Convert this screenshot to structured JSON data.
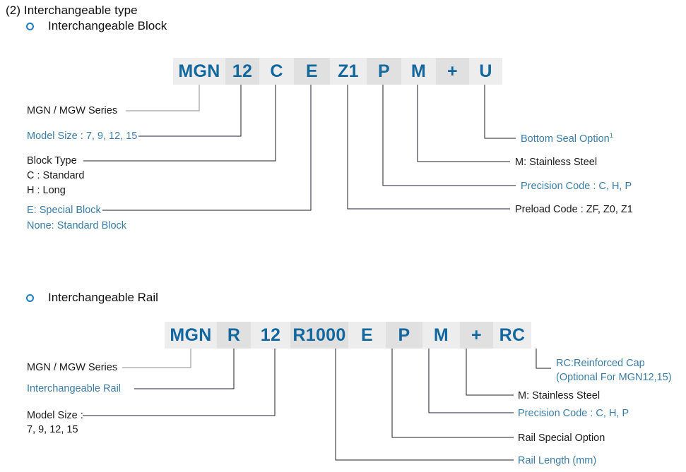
{
  "page": {
    "section_number": "(2)",
    "section_title": "(2) Interchangeable type"
  },
  "block_section": {
    "heading": "Interchangeable Block",
    "bullet_icon": "ring-bullet-icon",
    "part_number_cells": [
      {
        "text": "MGN",
        "shade": "a"
      },
      {
        "text": "12",
        "shade": "b"
      },
      {
        "text": "C",
        "shade": "a"
      },
      {
        "text": "E",
        "shade": "b"
      },
      {
        "text": "Z1",
        "shade": "a"
      },
      {
        "text": "P",
        "shade": "b"
      },
      {
        "text": "M",
        "shade": "a"
      },
      {
        "text": "+",
        "shade": "b"
      },
      {
        "text": "U",
        "shade": "a"
      }
    ],
    "labels_left": [
      {
        "text": "MGN / MGW Series",
        "color": "dark"
      },
      {
        "text": "Model Size : 7, 9, 12, 15",
        "color": "blue"
      },
      {
        "text": "Block Type",
        "color": "dark"
      },
      {
        "text": "C : Standard",
        "color": "dark"
      },
      {
        "text": "H : Long",
        "color": "dark"
      },
      {
        "text": "E: Special Block",
        "color": "blue"
      },
      {
        "text": "None: Standard Block",
        "color": "blue"
      }
    ],
    "labels_right": [
      {
        "text": "Bottom Seal Option",
        "footnote": "1",
        "color": "blue"
      },
      {
        "text": "M: Stainless Steel",
        "color": "dark"
      },
      {
        "text": "Precision Code : C, H, P",
        "color": "blue"
      },
      {
        "text": "Preload Code : ZF, Z0, Z1",
        "color": "dark"
      }
    ]
  },
  "rail_section": {
    "heading": "Interchangeable Rail",
    "bullet_icon": "ring-bullet-icon",
    "part_number_cells": [
      {
        "text": "MGN",
        "shade": "a"
      },
      {
        "text": "R",
        "shade": "b"
      },
      {
        "text": "12",
        "shade": "a"
      },
      {
        "text": "R1000",
        "shade": "b"
      },
      {
        "text": "E",
        "shade": "a"
      },
      {
        "text": "P",
        "shade": "b"
      },
      {
        "text": "M",
        "shade": "a"
      },
      {
        "text": "+",
        "shade": "b"
      },
      {
        "text": "RC",
        "shade": "a"
      }
    ],
    "labels_left": [
      {
        "text": "MGN / MGW Series",
        "color": "dark"
      },
      {
        "text": "Interchangeable Rail",
        "color": "blue"
      },
      {
        "text": "Model Size :",
        "color": "dark"
      },
      {
        "text": "7, 9, 12, 15",
        "color": "dark"
      }
    ],
    "labels_right": [
      {
        "text": "RC:Reinforced Cap",
        "color": "blue"
      },
      {
        "text": "(Optional For MGN12,15)",
        "color": "blue"
      },
      {
        "text": "M: Stainless Steel",
        "color": "dark"
      },
      {
        "text": "Precision Code : C, H, P",
        "color": "blue"
      },
      {
        "text": "Rail Special Option",
        "color": "dark"
      },
      {
        "text": "Rail Length (mm)",
        "color": "blue"
      }
    ]
  },
  "colors": {
    "code_blue": "#12689e",
    "label_blue": "#3a7ca5",
    "text_dark": "#1a1a1a",
    "cell_shade_a": "#ededed",
    "cell_shade_b": "#e0e0e0",
    "leader_line": "#1c1c2e"
  }
}
